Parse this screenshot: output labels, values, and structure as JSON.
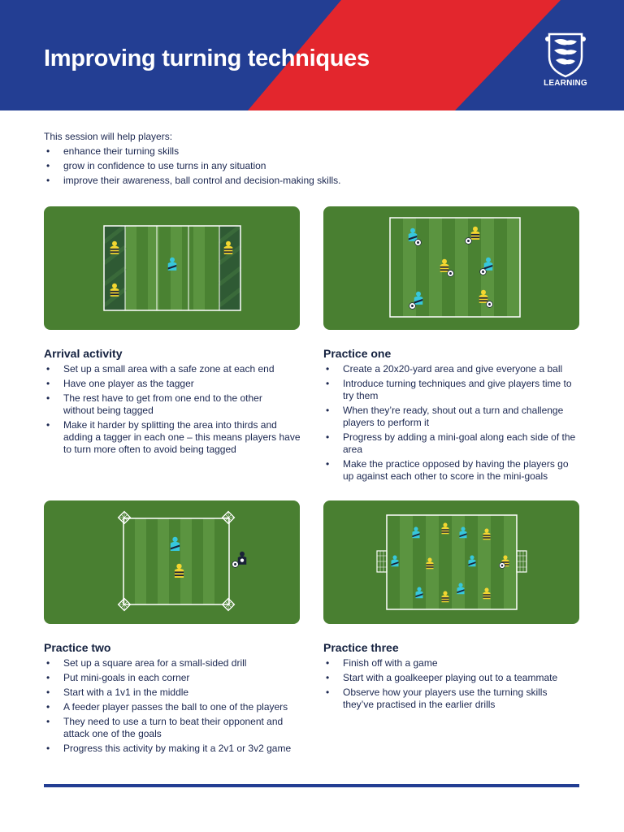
{
  "header": {
    "title": "Improving turning techniques",
    "logo_label": "LEARNING",
    "colors": {
      "blue": "#233e93",
      "red": "#e3262d"
    }
  },
  "intro": {
    "lead": "This session will help players:",
    "bullets": [
      "enhance their turning skills",
      "grow in confidence to use turns in any situation",
      "improve their awareness, ball control and decision-making skills."
    ]
  },
  "sections": [
    {
      "title": "Arrival activity",
      "bullets": [
        "Set up a small area with a safe zone at each end",
        "Have one player as the tagger",
        "The rest have to get from one end to the other without being tagged",
        "Make it harder by splitting the area into thirds and adding a tagger in each one – this means players have to turn more often to avoid being tagged"
      ]
    },
    {
      "title": "Practice one",
      "bullets": [
        "Create a 20x20-yard area and give everyone a ball",
        "Introduce turning techniques and give players time to try them",
        "When they’re ready, shout out a turn and challenge players to perform it",
        "Progress by adding a mini-goal along each side of the area",
        "Make the practice opposed by having the players go up against each other to score in the mini-goals"
      ]
    },
    {
      "title": "Practice two",
      "bullets": [
        "Set up a square area for a small-sided drill",
        "Put mini-goals in each corner",
        "Start with a 1v1 in the middle",
        "A feeder player passes the ball to one of the players",
        "They need to use a turn to beat their opponent and attack one of the goals",
        "Progress this activity by making it a 2v1 or 3v2 game"
      ]
    },
    {
      "title": "Practice three",
      "bullets": [
        "Finish off with a game",
        "Start with a goalkeeper playing out to a teammate",
        "Observe how your players use the turning skills they’ve practised in the earlier drills"
      ]
    }
  ],
  "diagram_colors": {
    "grass": "#497f31",
    "stripe_light": "#5b9440",
    "stripe_dark": "#4a8232",
    "zone": "#2f5a34",
    "line": "#ffffff",
    "team_yellow": "#f3d630",
    "team_cyan": "#37c7dc",
    "feeder": "#1a2238"
  }
}
